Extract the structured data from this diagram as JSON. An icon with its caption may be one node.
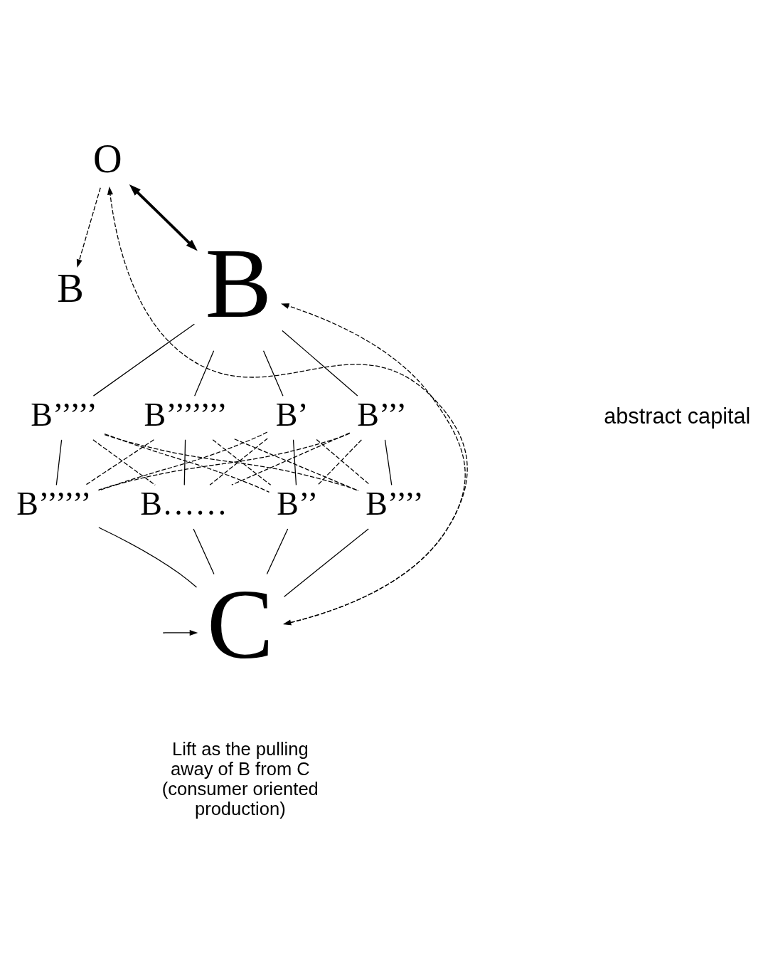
{
  "diagram": {
    "nodes": [
      {
        "text": [
          "B"
        ]
      },
      {
        "text": [
          "B"
        ]
      },
      {
        "text": [
          "O"
        ]
      },
      {
        "text": [
          "B’"
        ]
      },
      {
        "text": [
          "B’’’"
        ]
      },
      {
        "text": [
          "B’’’’’"
        ]
      },
      {
        "text": [
          "B’’’’’’’"
        ]
      },
      {
        "text": [
          "B’’"
        ]
      },
      {
        "text": [
          "B’’’’"
        ]
      },
      {
        "text": [
          "B’’’’’’"
        ]
      },
      {
        "text": [
          "B……"
        ]
      },
      {
        "text": [
          "C"
        ]
      }
    ],
    "edges": [
      {
        "from": 2,
        "to": 1,
        "arrow": "to",
        "style": "dashed"
      },
      {
        "from": 2,
        "to": 0,
        "arrow": "both",
        "style": "thick"
      },
      {
        "from": 0,
        "to": 3,
        "arrow": "none"
      },
      {
        "from": 0,
        "to": 4,
        "arrow": "none"
      },
      {
        "from": 0,
        "to": 5,
        "arrow": "none"
      },
      {
        "from": 0,
        "to": 6,
        "arrow": "none"
      },
      {
        "from": 3,
        "to": 7,
        "arrow": "none"
      },
      {
        "from": 4,
        "to": 8,
        "arrow": "none"
      },
      {
        "from": 5,
        "to": 9,
        "arrow": "none"
      },
      {
        "from": 6,
        "to": 10,
        "arrow": "none"
      },
      {
        "from": 3,
        "to": 8,
        "arrow": "none",
        "style": "dashed"
      },
      {
        "from": 3,
        "to": 9,
        "arrow": "none",
        "style": "dashed"
      },
      {
        "from": 3,
        "to": 10,
        "arrow": "none",
        "style": "dashed"
      },
      {
        "from": 4,
        "to": 7,
        "arrow": "none",
        "style": "dashed"
      },
      {
        "from": 4,
        "to": 9,
        "arrow": "none",
        "style": "dashed"
      },
      {
        "from": 4,
        "to": 10,
        "arrow": "none",
        "style": "dashed"
      },
      {
        "from": 5,
        "to": 7,
        "arrow": "none",
        "style": "dashed"
      },
      {
        "from": 5,
        "to": 8,
        "arrow": "none",
        "style": "dashed"
      },
      {
        "from": 5,
        "to": 10,
        "arrow": "none",
        "style": "dashed"
      },
      {
        "from": 6,
        "to": 7,
        "arrow": "none",
        "style": "dashed"
      },
      {
        "from": 6,
        "to": 8,
        "arrow": "none",
        "style": "dashed"
      },
      {
        "from": 6,
        "to": 9,
        "arrow": "none",
        "style": "dashed"
      },
      {
        "from": 7,
        "to": 11,
        "arrow": "none"
      },
      {
        "from": 8,
        "to": 11,
        "arrow": "none"
      },
      {
        "from": 9,
        "to": 11,
        "arrow": "none"
      },
      {
        "from": 10,
        "to": 11,
        "arrow": "none"
      },
      {
        "from": 11,
        "to": 2,
        "arrow": "both",
        "style": "dashed"
      },
      {
        "from": 11,
        "to": 0,
        "arrow": "to",
        "style": "dashed"
      },
      {
        "from": null,
        "to": 11,
        "arrow": "to"
      }
    ],
    "labels": [
      "abstract capital",
      "Lift as the pulling away of B from C (consumer oriented production)"
    ]
  }
}
